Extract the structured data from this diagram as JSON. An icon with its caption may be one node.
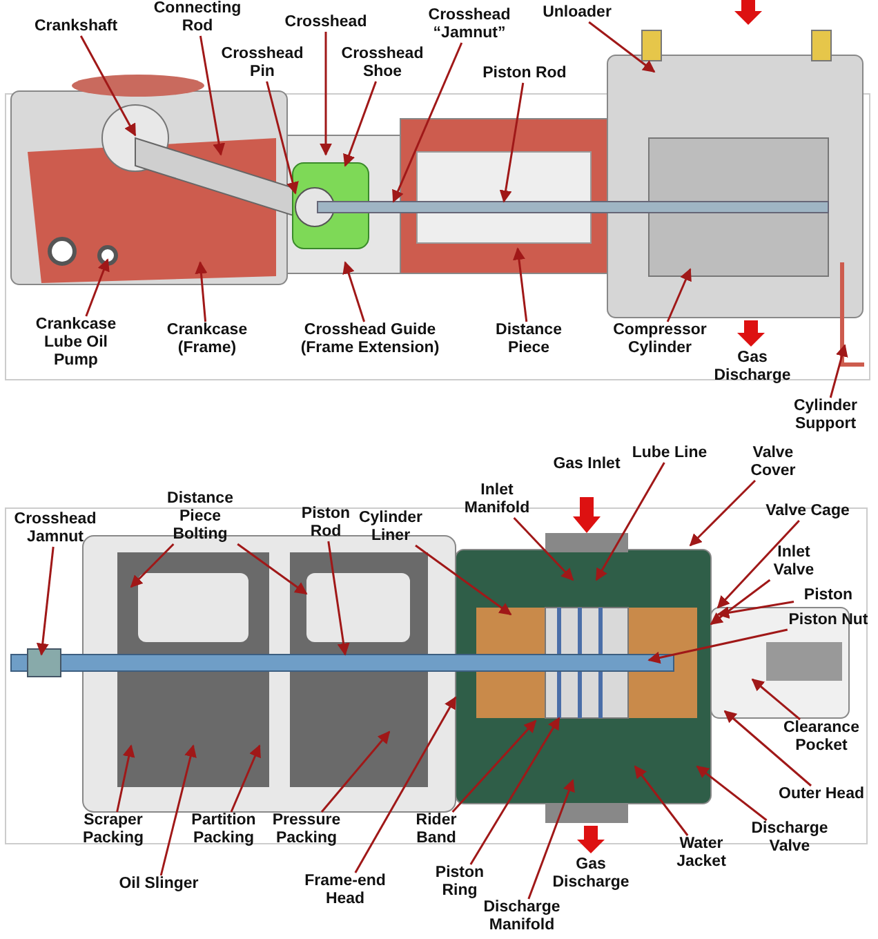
{
  "diagram": {
    "nodes": [
      {
        "text": [
          "Crankshaft"
        ]
      },
      {
        "text": [
          "Connecting Rod"
        ]
      },
      {
        "text": [
          "Crosshead"
        ]
      },
      {
        "text": [
          "Crosshead Pin"
        ]
      },
      {
        "text": [
          "Crosshead Shoe"
        ]
      },
      {
        "text": [
          "Crosshead “Jamnut”"
        ]
      },
      {
        "text": [
          "Unloader"
        ]
      },
      {
        "text": [
          "Piston Rod"
        ]
      },
      {
        "text": [
          "Crankcase Lube Oil Pump"
        ]
      },
      {
        "text": [
          "Crankcase (Frame)"
        ]
      },
      {
        "text": [
          "Crosshead Guide (Frame Extension)"
        ]
      },
      {
        "text": [
          "Distance Piece"
        ]
      },
      {
        "text": [
          "Compressor Cylinder"
        ]
      },
      {
        "text": [
          "Cylinder Support"
        ]
      },
      {
        "text": [
          "Crosshead Jamnut"
        ]
      },
      {
        "text": [
          "Distance Piece Bolting"
        ]
      },
      {
        "text": [
          "Piston Rod"
        ]
      },
      {
        "text": [
          "Cylinder Liner"
        ]
      },
      {
        "text": [
          "Inlet Manifold"
        ]
      },
      {
        "text": [
          "Lube Line"
        ]
      },
      {
        "text": [
          "Valve Cover"
        ]
      },
      {
        "text": [
          "Valve Cage"
        ]
      },
      {
        "text": [
          "Inlet Valve"
        ]
      },
      {
        "text": [
          "Piston"
        ]
      },
      {
        "text": [
          "Piston Nut"
        ]
      },
      {
        "text": [
          "Clearance Pocket"
        ]
      },
      {
        "text": [
          "Outer Head"
        ]
      },
      {
        "text": [
          "Discharge Valve"
        ]
      },
      {
        "text": [
          "Water Jacket"
        ]
      },
      {
        "text": [
          "Discharge Manifold"
        ]
      },
      {
        "text": [
          "Piston Ring"
        ]
      },
      {
        "text": [
          "Rider Band"
        ]
      },
      {
        "text": [
          "Frame-end Head"
        ]
      },
      {
        "text": [
          "Pressure Packing"
        ]
      },
      {
        "text": [
          "Partition Packing"
        ]
      },
      {
        "text": [
          "Oil Slinger"
        ]
      },
      {
        "text": [
          "Scraper Packing"
        ]
      }
    ],
    "edges": [
      {
        "from": 0,
        "to": null,
        "arrow": "to"
      },
      {
        "from": 1,
        "to": null,
        "arrow": "to"
      },
      {
        "from": 2,
        "to": null,
        "arrow": "to"
      },
      {
        "from": 3,
        "to": null,
        "arrow": "to"
      },
      {
        "from": 4,
        "to": null,
        "arrow": "to"
      },
      {
        "from": 5,
        "to": null,
        "arrow": "to"
      },
      {
        "from": 6,
        "to": null,
        "arrow": "to"
      },
      {
        "from": 7,
        "to": null,
        "arrow": "to"
      },
      {
        "from": 8,
        "to": null,
        "arrow": "to"
      },
      {
        "from": 9,
        "to": null,
        "arrow": "to"
      },
      {
        "from": 10,
        "to": null,
        "arrow": "to"
      },
      {
        "from": 11,
        "to": null,
        "arrow": "to"
      },
      {
        "from": 12,
        "to": null,
        "arrow": "to"
      },
      {
        "from": 13,
        "to": null,
        "arrow": "to"
      },
      {
        "from": 14,
        "to": null,
        "arrow": "to"
      },
      {
        "from": 15,
        "to": null,
        "arrow": "to"
      },
      {
        "from": 15,
        "to": null,
        "arrow": "to"
      },
      {
        "from": 16,
        "to": null,
        "arrow": "to"
      },
      {
        "from": 17,
        "to": null,
        "arrow": "to"
      },
      {
        "from": 18,
        "to": null,
        "arrow": "to"
      },
      {
        "from": 19,
        "to": null,
        "arrow": "to"
      },
      {
        "from": 20,
        "to": null,
        "arrow": "to"
      },
      {
        "from": 21,
        "to": null,
        "arrow": "to"
      },
      {
        "from": 22,
        "to": null,
        "arrow": "to"
      },
      {
        "from": 23,
        "to": null,
        "arrow": "to"
      },
      {
        "from": 24,
        "to": null,
        "arrow": "to"
      },
      {
        "from": 25,
        "to": null,
        "arrow": "to"
      },
      {
        "from": 26,
        "to": null,
        "arrow": "to"
      },
      {
        "from": 27,
        "to": null,
        "arrow": "to"
      },
      {
        "from": 28,
        "to": null,
        "arrow": "to"
      },
      {
        "from": 29,
        "to": null,
        "arrow": "to"
      },
      {
        "from": 30,
        "to": null,
        "arrow": "to"
      },
      {
        "from": 31,
        "to": null,
        "arrow": "to"
      },
      {
        "from": 32,
        "to": null,
        "arrow": "to"
      },
      {
        "from": 33,
        "to": null,
        "arrow": "to"
      },
      {
        "from": 34,
        "to": null,
        "arrow": "to"
      },
      {
        "from": 35,
        "to": null,
        "arrow": "to"
      },
      {
        "from": 36,
        "to": null,
        "arrow": "to"
      }
    ],
    "labels": [
      "Gas Discharge",
      "Gas Inlet",
      "Gas Discharge"
    ]
  }
}
